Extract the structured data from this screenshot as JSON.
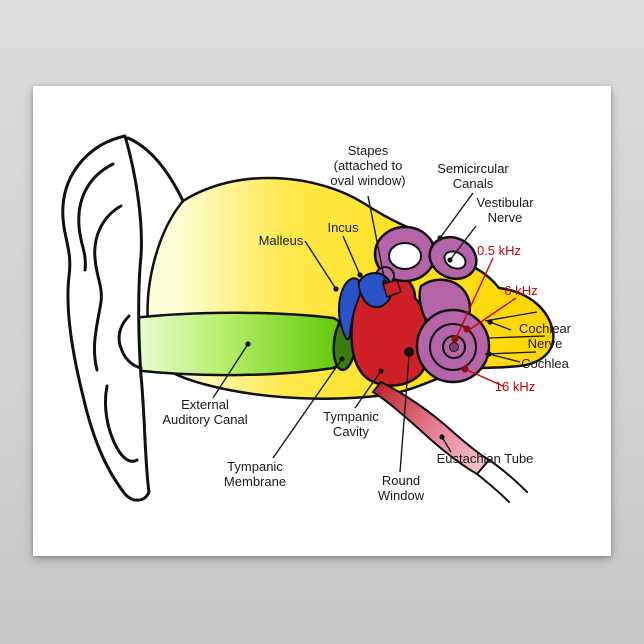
{
  "scene": {
    "background_color": "#d3d3d4",
    "paper_color": "#ffffff"
  },
  "diagram": {
    "labels": {
      "stapes": "Stapes\n(attached to\noval window)",
      "semicircular_canals": "Semicircular\nCanals",
      "vestibular_nerve": "Vestibular\nNerve",
      "incus": "Incus",
      "malleus": "Malleus",
      "freq_05": "0.5 kHz",
      "freq_6": "6 kHz",
      "cochlear_nerve": "Cochlear\nNerve",
      "cochlea": "Cochlea",
      "freq_16": "16 kHz",
      "external_auditory_canal": "External\nAuditory Canal",
      "tympanic_cavity": "Tympanic\nCavity",
      "tympanic_membrane": "Tympanic\nMembrane",
      "round_window": "Round\nWindow",
      "eustachian_tube": "Eustachian Tube"
    },
    "colors": {
      "bone_yellow": "#ffe11a",
      "canal_green": "#58c400",
      "membrane_green": "#3c7d12",
      "cavity_red": "#cf2027",
      "ossicle_blue": "#2a52c9",
      "stapes_red": "#cf2027",
      "inner_ear_purple": "#b565a7",
      "frequency_red": "#cc0000",
      "frequency_dot": "#8e0e12",
      "outline_black": "#111111"
    }
  }
}
